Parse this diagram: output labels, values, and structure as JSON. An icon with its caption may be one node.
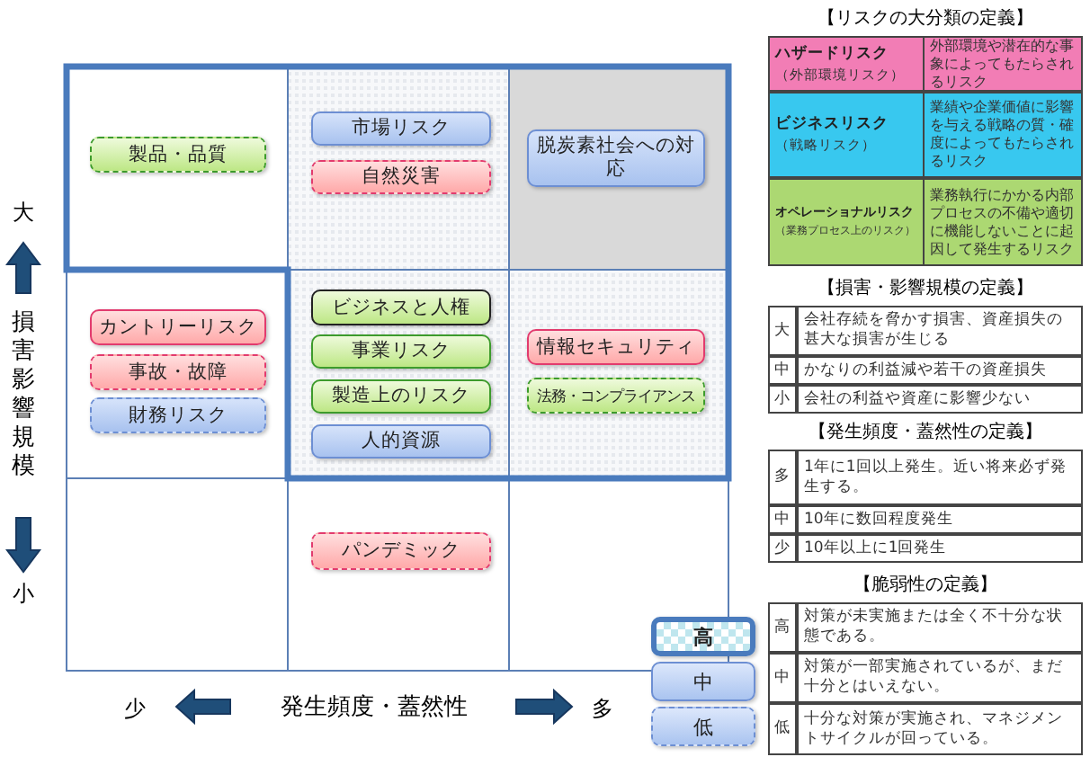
{
  "diagram": {
    "nodes": [
      {
        "text": [
          "製品・品質"
        ]
      },
      {
        "text": [
          "市場リスク"
        ]
      },
      {
        "text": [
          "自然災害"
        ]
      },
      {
        "text": [
          "脱炭素社会への対応"
        ]
      },
      {
        "text": [
          "カントリーリスク"
        ]
      },
      {
        "text": [
          "事故・故障"
        ]
      },
      {
        "text": [
          "財務リスク"
        ]
      },
      {
        "text": [
          "ビジネスと人権"
        ]
      },
      {
        "text": [
          "事業リスク"
        ]
      },
      {
        "text": [
          "製造上のリスク"
        ]
      },
      {
        "text": [
          "人的資源"
        ]
      },
      {
        "text": [
          "情報セキュリティ"
        ]
      },
      {
        "text": [
          "法務・コンプライアンス"
        ]
      },
      {
        "text": [
          "パンデミック"
        ]
      }
    ],
    "labels": [
      "【リスクの大分類の定義】",
      "ハザードリスク",
      "（外部環境リスク）",
      "外部環境や潜在的な事象によってもたらされるリスク",
      "ビジネスリスク",
      "（戦略リスク）",
      "業績や企業価値に影響を与える戦略の質・確度によってもたらされるリスク",
      "オペレーショナルリスク",
      "（業務プロセス上のリスク）",
      "業務執行にかかる内部プロセスの不備や適切に機能しないことに起因して発生するリスク",
      "【損害・影響規模の定義】",
      "大",
      "会社存続を脅かす損害、資産損失の甚大な損害が生じる",
      "中",
      "かなりの利益減や若干の資産損失",
      "小",
      "会社の利益や資産に影響少ない",
      "【発生頻度・蓋然性の定義】",
      "多",
      "1年に1回以上発生。近い将来必ず発生する。",
      "中",
      "10年に数回程度発生",
      "少",
      "10年以上に1回発生",
      "【脆弱性の定義】",
      "高",
      "対策が未実施または全く不十分な状態である。",
      "中",
      "対策が一部実施されているが、まだ十分とはいえない。",
      "低",
      "十分な対策が実施され、マネジメントサイクルが回っている。",
      "大",
      "損害影響規模",
      "小",
      "少",
      "発生頻度・蓋然性",
      "多"
    ],
    "legend": [
      {
        "text": "高"
      },
      {
        "text": "中"
      },
      {
        "text": "低"
      }
    ]
  }
}
